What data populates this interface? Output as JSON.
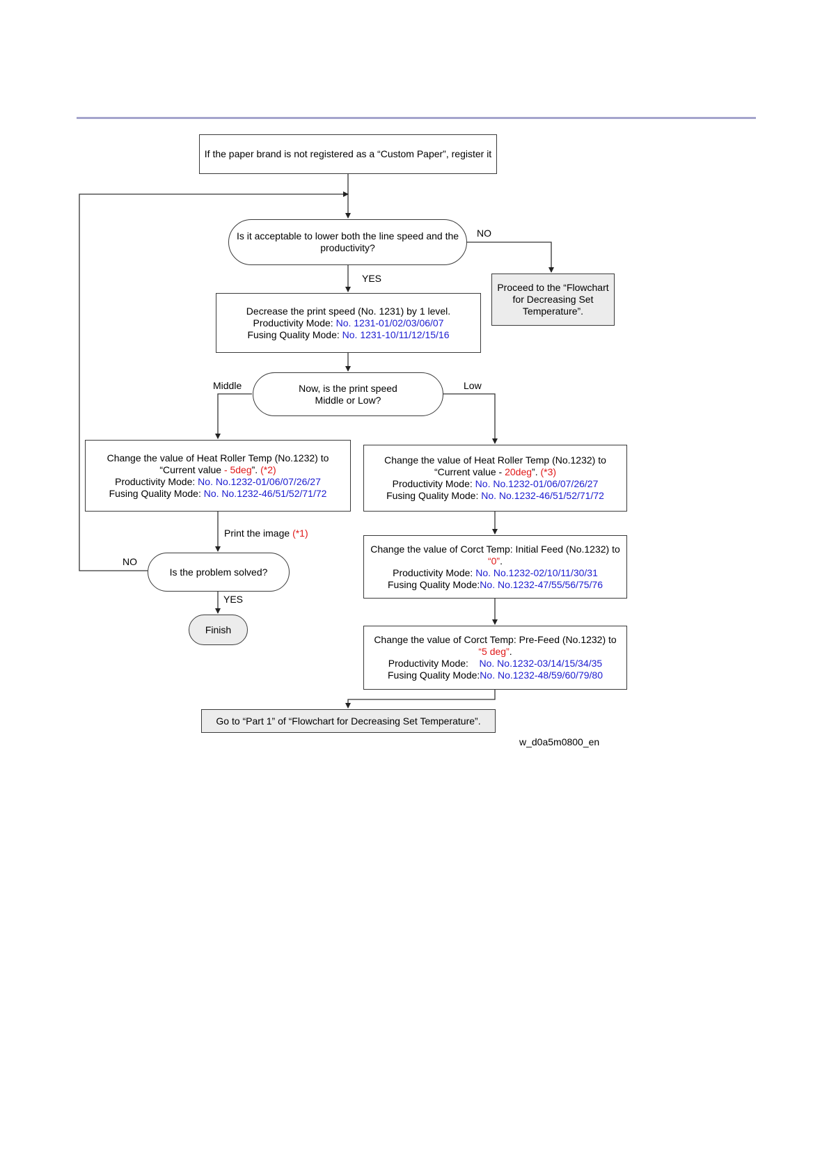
{
  "diagram": {
    "start_box": "If the paper brand is not registered as a “Custom Paper”, register it",
    "decision_lower": {
      "line1": "Is it acceptable to lower both the line speed and the",
      "line2": "productivity?"
    },
    "label_no_1": "NO",
    "label_yes_1": "YES",
    "proceed_box": {
      "line1": "Proceed to the  “Flowchart",
      "line2": "for Decreasing Set",
      "line3": "Temperature”."
    },
    "decrease_box": {
      "line1": "Decrease the print speed (No. 1231) by 1 level.",
      "prod_label": "Productivity Mode: ",
      "prod_value": "No. 1231-01/02/03/06/07",
      "fuse_label": "Fusing Quality Mode: ",
      "fuse_value": "No. 1231-10/11/12/15/16"
    },
    "decision_speed": {
      "line1": "Now, is the print speed",
      "line2": "Middle or Low?"
    },
    "label_middle": "Middle",
    "label_low": "Low",
    "middle_box": {
      "line1": "Change the value of Heat Roller Temp (No.1232) to",
      "line2_a": "“Current value ",
      "line2_red": "- 5deg",
      "line2_b": "”. ",
      "line2_note": "(*2)",
      "prod_label": "Productivity Mode: ",
      "prod_value": "No. No.1232-01/06/07/26/27",
      "fuse_label": "Fusing Quality Mode: ",
      "fuse_value": "No. No.1232-46/51/52/71/72"
    },
    "low_box": {
      "line1": "Change the value of Heat Roller Temp (No.1232) to",
      "line2_a": "“Current value - ",
      "line2_red": "20deg",
      "line2_b": "”. ",
      "line2_note": "(*3)",
      "prod_label": "Productivity Mode: ",
      "prod_value": "No. No.1232-01/06/07/26/27",
      "fuse_label": "Fusing Quality Mode: ",
      "fuse_value": "No. No.1232-46/51/52/71/72"
    },
    "print_label": "Print the image ",
    "print_note": "(*1)",
    "decision_solved": "Is the problem solved?",
    "label_no_2": "NO",
    "label_yes_2": "YES",
    "finish": "Finish",
    "initial_feed_box": {
      "line1": "Change the value of Corct Temp: Initial Feed (No.1232) to",
      "line2_red": "“0”",
      "line2_b": ".",
      "prod_label": "Productivity Mode: ",
      "prod_value": "No. No.1232-02/10/11/30/31",
      "fuse_label": "Fusing Quality Mode:",
      "fuse_value": "No. No.1232-47/55/56/75/76"
    },
    "pre_feed_box": {
      "line1": "Change the value of Corct Temp: Pre-Feed (No.1232) to",
      "line2_red": "“5 deg”",
      "line2_b": ".",
      "prod_label": "Productivity Mode:    ",
      "prod_value": "No. No.1232-03/14/15/34/35",
      "fuse_label": "Fusing Quality Mode:",
      "fuse_value": "No. No.1232-48/59/60/79/80"
    },
    "goto_box": "Go to “Part 1” of “Flowchart for Decreasing Set Temperature”.",
    "image_id": "w_d0a5m0800_en",
    "colors": {
      "link_blue": "#1c1cd0",
      "note_red": "#e01818",
      "rule": "#a4a4cc",
      "grey_box": "#ececec"
    }
  }
}
